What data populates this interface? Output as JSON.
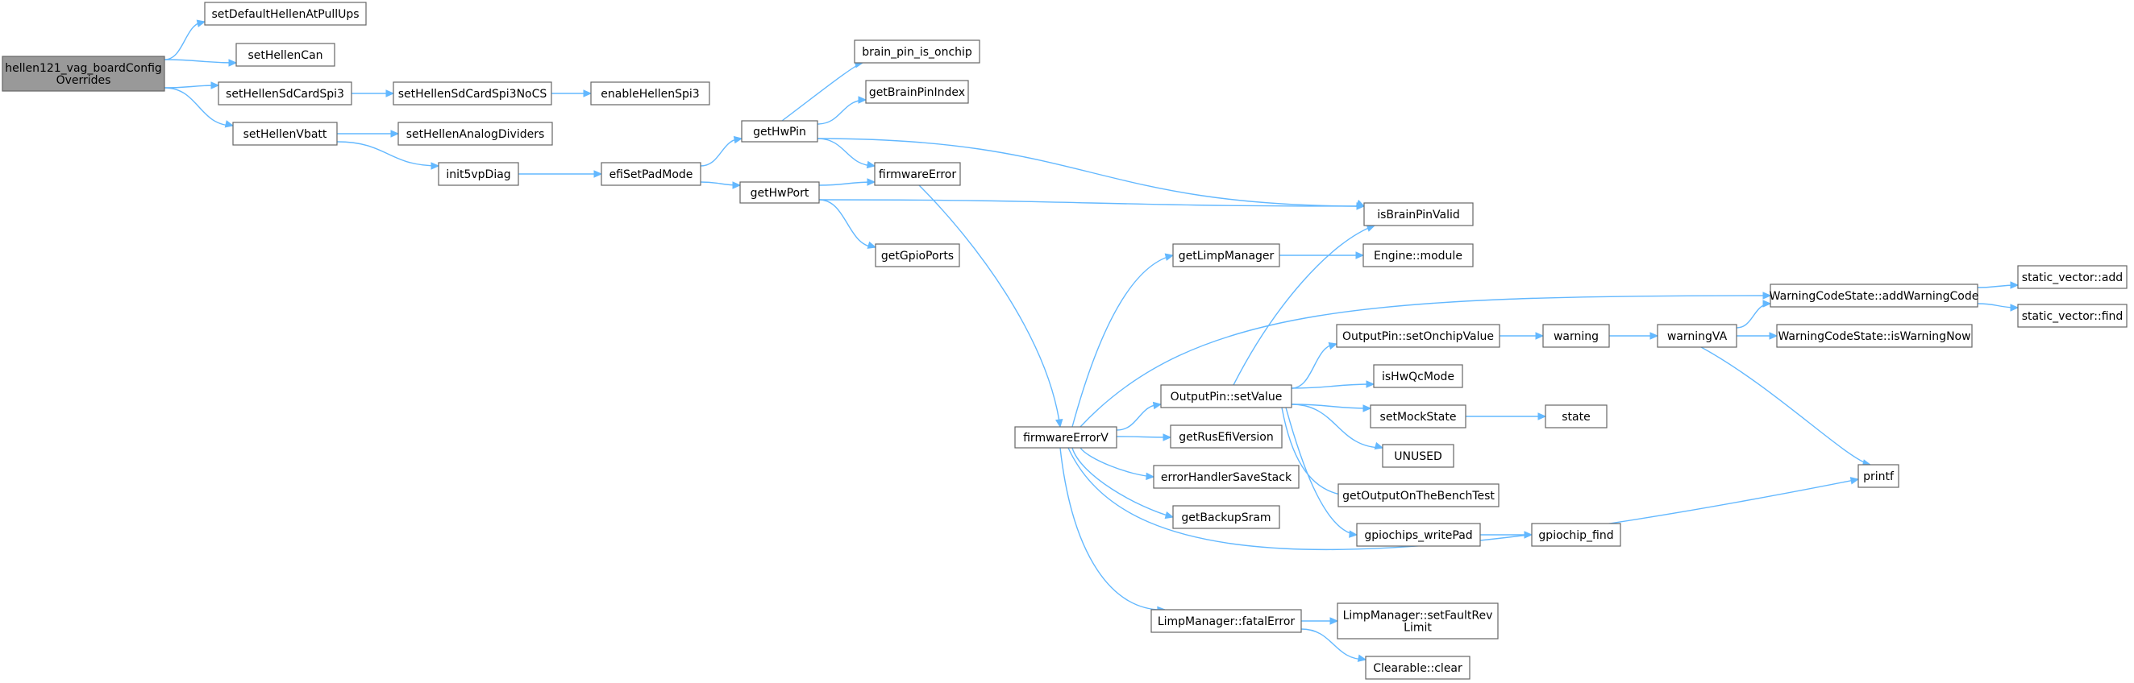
{
  "graph": {
    "edge_color": "#63b8ff",
    "node_border_color": "#666666",
    "root_fill_color": "#999999",
    "nodes": [
      {
        "id": "root",
        "lines": [
          "hellen121_vag_boardConfig",
          "Overrides"
        ],
        "root": true
      },
      {
        "id": "setDefaultHellenAtPullUps",
        "lines": [
          "setDefaultHellenAtPullUps"
        ]
      },
      {
        "id": "setHellenCan",
        "lines": [
          "setHellenCan"
        ]
      },
      {
        "id": "setHellenSdCardSpi3",
        "lines": [
          "setHellenSdCardSpi3"
        ]
      },
      {
        "id": "setHellenVbatt",
        "lines": [
          "setHellenVbatt"
        ]
      },
      {
        "id": "setHellenSdCardSpi3NoCS",
        "lines": [
          "setHellenSdCardSpi3NoCS"
        ]
      },
      {
        "id": "enableHellenSpi3",
        "lines": [
          "enableHellenSpi3"
        ]
      },
      {
        "id": "setHellenAnalogDividers",
        "lines": [
          "setHellenAnalogDividers"
        ]
      },
      {
        "id": "init5vpDiag",
        "lines": [
          "init5vpDiag"
        ]
      },
      {
        "id": "efiSetPadMode",
        "lines": [
          "efiSetPadMode"
        ]
      },
      {
        "id": "getHwPin",
        "lines": [
          "getHwPin"
        ]
      },
      {
        "id": "getHwPort",
        "lines": [
          "getHwPort"
        ]
      },
      {
        "id": "brain_pin_is_onchip",
        "lines": [
          "brain_pin_is_onchip"
        ]
      },
      {
        "id": "getBrainPinIndex",
        "lines": [
          "getBrainPinIndex"
        ]
      },
      {
        "id": "firmwareError",
        "lines": [
          "firmwareError"
        ]
      },
      {
        "id": "getGpioPorts",
        "lines": [
          "getGpioPorts"
        ]
      },
      {
        "id": "isBrainPinValid",
        "lines": [
          "isBrainPinValid"
        ]
      },
      {
        "id": "getLimpManager",
        "lines": [
          "getLimpManager"
        ]
      },
      {
        "id": "Engine::module",
        "lines": [
          "Engine::module"
        ]
      },
      {
        "id": "firmwareErrorV",
        "lines": [
          "firmwareErrorV"
        ]
      },
      {
        "id": "OutputPin::setValue",
        "lines": [
          "OutputPin::setValue"
        ]
      },
      {
        "id": "getRusEfiVersion",
        "lines": [
          "getRusEfiVersion"
        ]
      },
      {
        "id": "errorHandlerSaveStack",
        "lines": [
          "errorHandlerSaveStack"
        ]
      },
      {
        "id": "getBackupSram",
        "lines": [
          "getBackupSram"
        ]
      },
      {
        "id": "LimpManager::fatalError",
        "lines": [
          "LimpManager::fatalError"
        ]
      },
      {
        "id": "OutputPin::setOnchipValue",
        "lines": [
          "OutputPin::setOnchipValue"
        ]
      },
      {
        "id": "isHwQcMode",
        "lines": [
          "isHwQcMode"
        ]
      },
      {
        "id": "setMockState",
        "lines": [
          "setMockState"
        ]
      },
      {
        "id": "UNUSED",
        "lines": [
          "UNUSED"
        ]
      },
      {
        "id": "getOutputOnTheBenchTest",
        "lines": [
          "getOutputOnTheBenchTest"
        ]
      },
      {
        "id": "gpiochips_writePad",
        "lines": [
          "gpiochips_writePad"
        ]
      },
      {
        "id": "gpiochip_find",
        "lines": [
          "gpiochip_find"
        ]
      },
      {
        "id": "warning",
        "lines": [
          "warning"
        ]
      },
      {
        "id": "warningVA",
        "lines": [
          "warningVA"
        ]
      },
      {
        "id": "state",
        "lines": [
          "state"
        ]
      },
      {
        "id": "WarningCodeState::addWarningCode",
        "lines": [
          "WarningCodeState::addWarningCode"
        ]
      },
      {
        "id": "WarningCodeState::isWarningNow",
        "lines": [
          "WarningCodeState::isWarningNow"
        ]
      },
      {
        "id": "static_vector::add",
        "lines": [
          "static_vector::add"
        ]
      },
      {
        "id": "static_vector::find",
        "lines": [
          "static_vector::find"
        ]
      },
      {
        "id": "printf",
        "lines": [
          "printf"
        ]
      },
      {
        "id": "LimpManager::setFaultRevLimit",
        "lines": [
          "LimpManager::setFaultRev",
          "Limit"
        ]
      },
      {
        "id": "Clearable::clear",
        "lines": [
          "Clearable::clear"
        ]
      }
    ],
    "edges": [
      [
        "root",
        "setDefaultHellenAtPullUps"
      ],
      [
        "root",
        "setHellenCan"
      ],
      [
        "root",
        "setHellenSdCardSpi3"
      ],
      [
        "root",
        "setHellenVbatt"
      ],
      [
        "setHellenSdCardSpi3",
        "setHellenSdCardSpi3NoCS"
      ],
      [
        "setHellenSdCardSpi3NoCS",
        "enableHellenSpi3"
      ],
      [
        "setHellenVbatt",
        "setHellenAnalogDividers"
      ],
      [
        "setHellenVbatt",
        "init5vpDiag"
      ],
      [
        "init5vpDiag",
        "efiSetPadMode"
      ],
      [
        "efiSetPadMode",
        "getHwPin"
      ],
      [
        "efiSetPadMode",
        "getHwPort"
      ],
      [
        "getHwPin",
        "brain_pin_is_onchip"
      ],
      [
        "getHwPin",
        "getBrainPinIndex"
      ],
      [
        "getHwPin",
        "firmwareError"
      ],
      [
        "getHwPin",
        "isBrainPinValid"
      ],
      [
        "getHwPort",
        "firmwareError"
      ],
      [
        "getHwPort",
        "getGpioPorts"
      ],
      [
        "getHwPort",
        "isBrainPinValid"
      ],
      [
        "firmwareError",
        "firmwareErrorV"
      ],
      [
        "firmwareErrorV",
        "getLimpManager"
      ],
      [
        "firmwareErrorV",
        "WarningCodeState::addWarningCode"
      ],
      [
        "firmwareErrorV",
        "OutputPin::setValue"
      ],
      [
        "firmwareErrorV",
        "getRusEfiVersion"
      ],
      [
        "firmwareErrorV",
        "errorHandlerSaveStack"
      ],
      [
        "firmwareErrorV",
        "getBackupSram"
      ],
      [
        "firmwareErrorV",
        "printf"
      ],
      [
        "firmwareErrorV",
        "LimpManager::fatalError"
      ],
      [
        "getLimpManager",
        "Engine::module"
      ],
      [
        "OutputPin::setValue",
        "isBrainPinValid"
      ],
      [
        "OutputPin::setValue",
        "OutputPin::setOnchipValue"
      ],
      [
        "OutputPin::setValue",
        "isHwQcMode"
      ],
      [
        "OutputPin::setValue",
        "setMockState"
      ],
      [
        "OutputPin::setValue",
        "UNUSED"
      ],
      [
        "OutputPin::setValue",
        "getOutputOnTheBenchTest"
      ],
      [
        "OutputPin::setValue",
        "gpiochips_writePad"
      ],
      [
        "OutputPin::setOnchipValue",
        "warning"
      ],
      [
        "warning",
        "warningVA"
      ],
      [
        "warningVA",
        "WarningCodeState::addWarningCode"
      ],
      [
        "warningVA",
        "WarningCodeState::isWarningNow"
      ],
      [
        "warningVA",
        "printf"
      ],
      [
        "WarningCodeState::addWarningCode",
        "static_vector::add"
      ],
      [
        "WarningCodeState::addWarningCode",
        "static_vector::find"
      ],
      [
        "setMockState",
        "state"
      ],
      [
        "gpiochips_writePad",
        "gpiochip_find"
      ],
      [
        "LimpManager::fatalError",
        "LimpManager::setFaultRevLimit"
      ],
      [
        "LimpManager::fatalError",
        "Clearable::clear"
      ]
    ]
  }
}
